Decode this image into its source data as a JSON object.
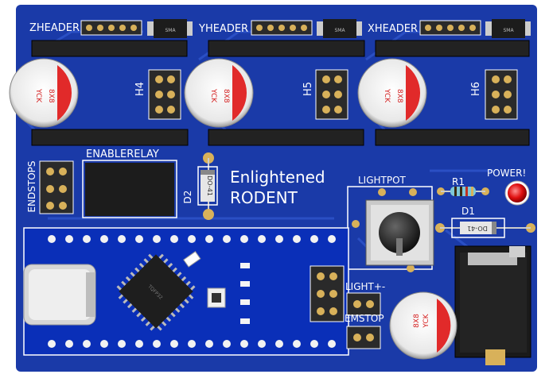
{
  "board": {
    "title_line1": "Enlightened",
    "title_line2": "RODENT"
  },
  "headers": {
    "z": "ZHEADER",
    "y": "YHEADER",
    "x": "XHEADER"
  },
  "diode_label": "SMA",
  "capacitor": {
    "value": "8X8",
    "brand": "YCK"
  },
  "pin_refs": {
    "h4": "H4",
    "h5": "H5",
    "h6": "H6"
  },
  "labels": {
    "endstops": "ENDSTOPS",
    "enablerelay": "ENABLERELAY",
    "d2": "D2",
    "do41": "DO-41",
    "lightpot": "LIGHTPOT",
    "r1": "R1",
    "d1": "D1",
    "power": "POWER!",
    "light": "LIGHT+-",
    "emstop": "EMSTOP"
  },
  "chip": {
    "marking": "TQFP32"
  },
  "colors": {
    "pcb": "#1a3aa8",
    "trace": "#2a4fc4",
    "silk": "#ffffff",
    "pad": "#d8b15a",
    "header": "#2a2a2a",
    "led": "#e01010",
    "nano": "#0a2fb8"
  }
}
